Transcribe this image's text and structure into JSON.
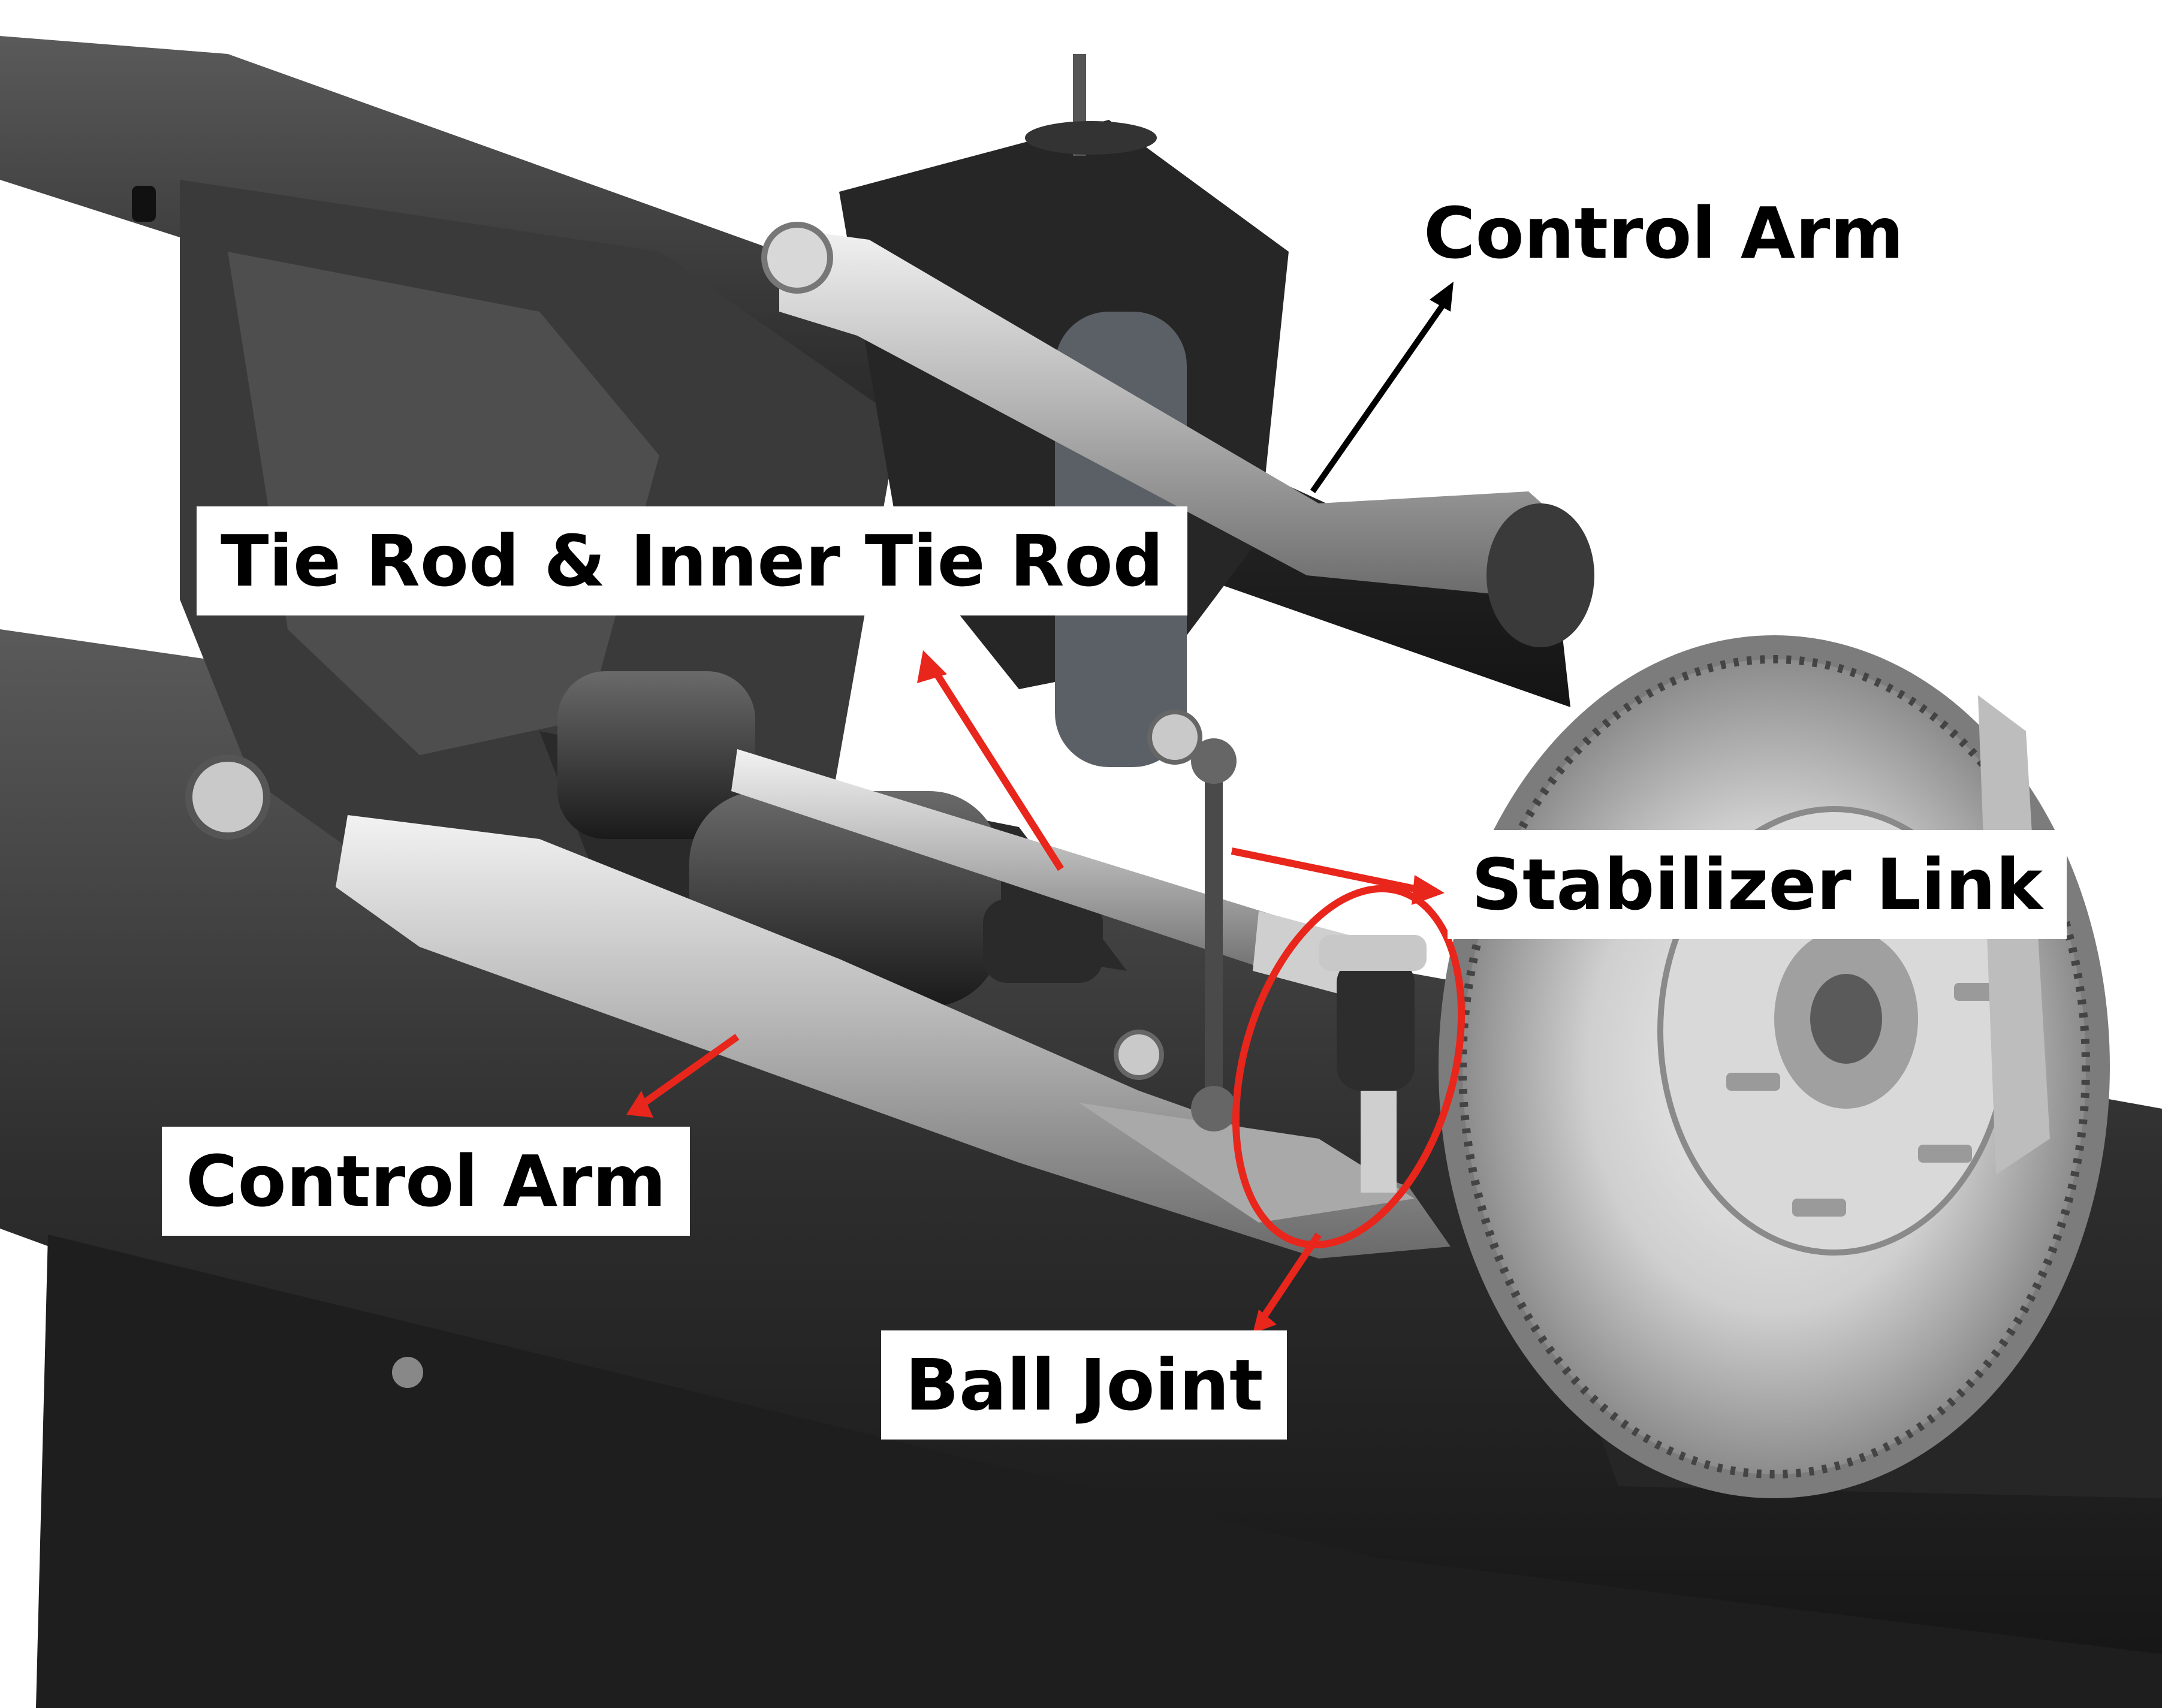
{
  "labels": {
    "control_arm_upper": "Control Arm",
    "tie_rod": "Tie Rod & Inner Tie Rod",
    "stabilizer_link": "Stabilizer Link",
    "control_arm_lower": "Control Arm",
    "ball_joint": "Ball Joint"
  },
  "colors": {
    "annotation_red": "#e8261c",
    "annotation_black": "#000000",
    "chassis_dark": "#2a2a2a",
    "chassis_mid": "#4a4a4a",
    "metal_light": "#bdbdbd",
    "background": "#ffffff"
  }
}
